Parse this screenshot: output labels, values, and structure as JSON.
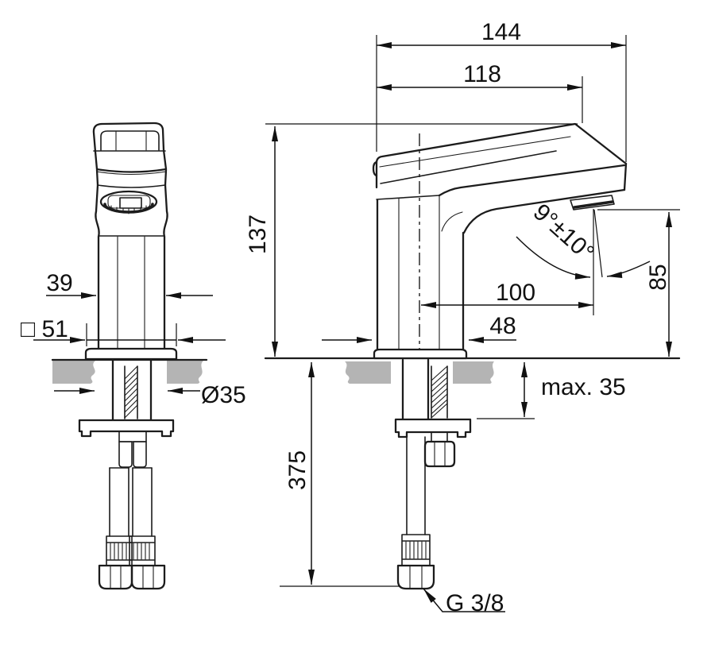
{
  "drawing": {
    "type": "technical-dimension-drawing",
    "views": {
      "left": "front-view",
      "right": "side-view"
    },
    "dimensions": {
      "overall_width": "144",
      "handle_projection": "118",
      "body_height": "137",
      "body_width": "39",
      "base_square": "□ 51",
      "hole_diameter": "Ø35",
      "spout_reach": "100",
      "base_depth": "48",
      "spout_angle": "9°±10°",
      "outlet_height": "85",
      "max_deck_thickness": "max. 35",
      "hose_length": "375",
      "connection_thread": "G 3/8"
    },
    "colors": {
      "line": "#1c1c1c",
      "dimension": "#111111",
      "counter_fill": "#b4b4b4",
      "background": "#ffffff"
    }
  }
}
